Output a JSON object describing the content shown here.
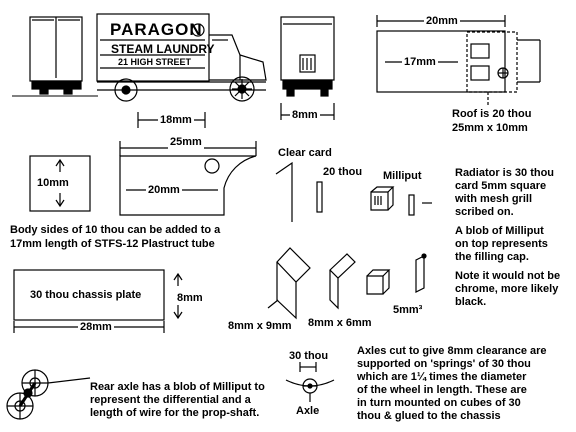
{
  "truck": {
    "name": "PARAGON",
    "side_line1": "STEAM LAUNDRY",
    "side_line2": "21 HIGH STREET",
    "length_dim": "18mm",
    "front_width_dim": "8mm"
  },
  "roof": {
    "width_dim": "20mm",
    "length_dim": "17mm",
    "note_line1": "Roof is 20 thou",
    "note_line2": "25mm x 10mm"
  },
  "body_sides": {
    "back_dim": "10mm",
    "side_width_dim": "25mm",
    "side_length_dim": "20mm",
    "note_line1": "Body sides of 10 thou can be added to a",
    "note_line2": "17mm length of STFS-12 Plastruct tube"
  },
  "radiator_parts": {
    "clear_card": "Clear card",
    "thou20": "20 thou",
    "milliput": "Milliput",
    "note_lines": [
      "Radiator is 30 thou",
      "card 5mm square",
      "with mesh grill",
      "scribed on.",
      "A blob of Milliput",
      "on top represents",
      "the filling cap.",
      "Note it would not be",
      "chrome, more likely",
      "black."
    ]
  },
  "chassis": {
    "plate_label": "30 thou  chassis plate",
    "height_dim": "8mm",
    "length_dim": "28mm"
  },
  "cab_parts": {
    "dim_a": "8mm x 9mm",
    "dim_b": "8mm x 6mm",
    "dim_c": "5mm³"
  },
  "rear_axle": {
    "note_lines": [
      "Rear axle has a blob of Milliput to",
      "represent the differential and a",
      "length of wire for the prop-shaft."
    ]
  },
  "axle_detail": {
    "thou30": "30 thou",
    "axle": "Axle",
    "note_lines": [
      "Axles cut to give  8mm clearance are",
      "supported on  'springs' of 30 thou",
      "which are 1¼ times the diameter",
      "of the wheel in length. These are",
      "in turn mounted on cubes of 30",
      "thou & glued to the chassis"
    ]
  }
}
